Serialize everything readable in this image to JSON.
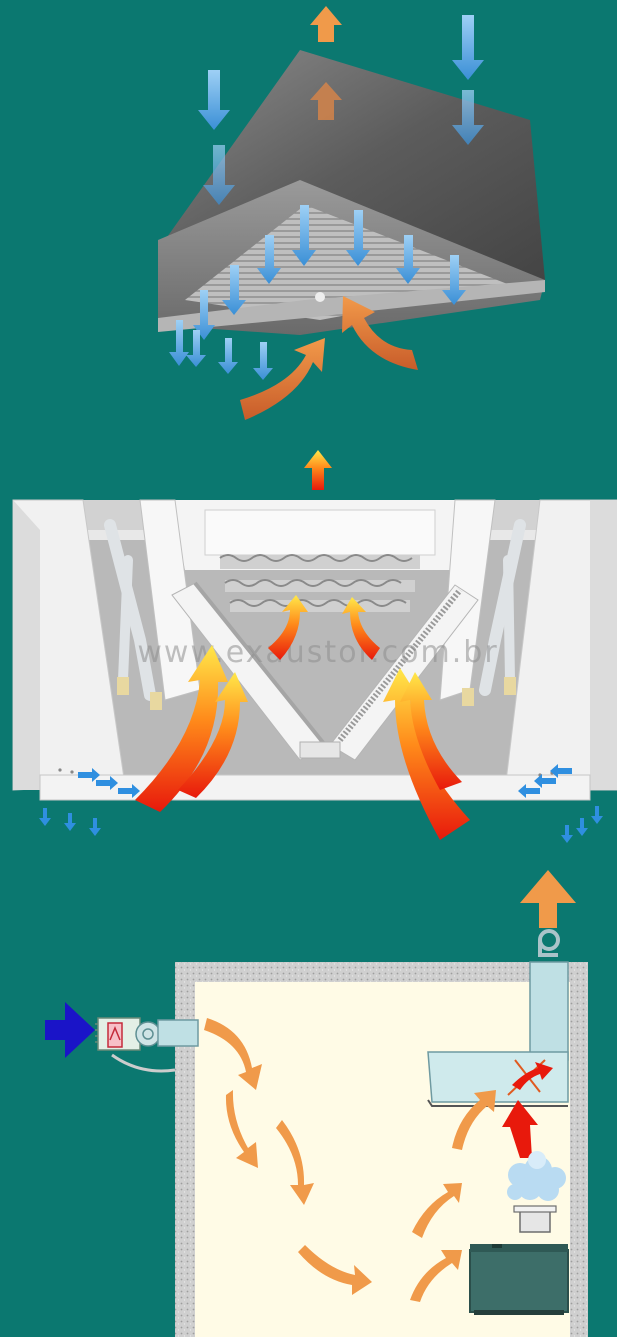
{
  "watermark": "www.exaustor.com.br",
  "colors": {
    "background": "#0b7870",
    "cool_air": "#4aa3e0",
    "hot_air_start": "#ffe84a",
    "hot_air_end": "#e8190c",
    "exhaust_air": "#f09a4a",
    "supply_fan_air": "#1a14c8",
    "room_floor": "#fffbe6",
    "room_wall": "#c9c9c9",
    "hood_metal": "#6a6a6a"
  },
  "panels": [
    {
      "id": "hood-3d",
      "icons": [
        "exhaust-hood-icon",
        "down-arrow-icon",
        "up-arrow-icon",
        "curved-arrow-icon"
      ]
    },
    {
      "id": "hood-section",
      "icons": [
        "hood-cross-section-icon",
        "filter-icon",
        "nozzle-icon",
        "hot-air-arrow-icon"
      ]
    },
    {
      "id": "room-plan",
      "icons": [
        "supply-fan-icon",
        "exhaust-fan-icon",
        "stove-icon",
        "steam-icon",
        "airflow-arrow-icon"
      ]
    }
  ]
}
